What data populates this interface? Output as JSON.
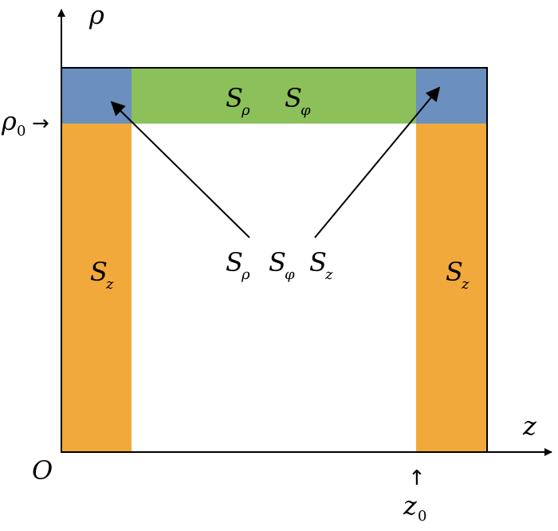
{
  "axes": {
    "vertical_label": "ρ",
    "horizontal_label": "z",
    "origin_label": "O",
    "rho0": {
      "symbol": "ρ",
      "subscript": "0",
      "arrow": "→"
    },
    "z0": {
      "symbol": "z",
      "subscript": "0",
      "arrow": "↑"
    }
  },
  "regions": {
    "top_band": {
      "color": "#8cc05a",
      "labels": [
        {
          "symbol": "S",
          "subscript": "ρ"
        },
        {
          "symbol": "S",
          "subscript": "φ"
        }
      ]
    },
    "corner": {
      "color": "#6b8fbe"
    },
    "left_column": {
      "color": "#f2a93b",
      "label": {
        "symbol": "S",
        "subscript": "z"
      }
    },
    "right_column": {
      "color": "#f2a93b",
      "label": {
        "symbol": "S",
        "subscript": "z"
      }
    }
  },
  "center_labels": [
    {
      "symbol": "S",
      "subscript": "ρ"
    },
    {
      "symbol": "S",
      "subscript": "φ"
    },
    {
      "symbol": "S",
      "subscript": "z"
    }
  ]
}
